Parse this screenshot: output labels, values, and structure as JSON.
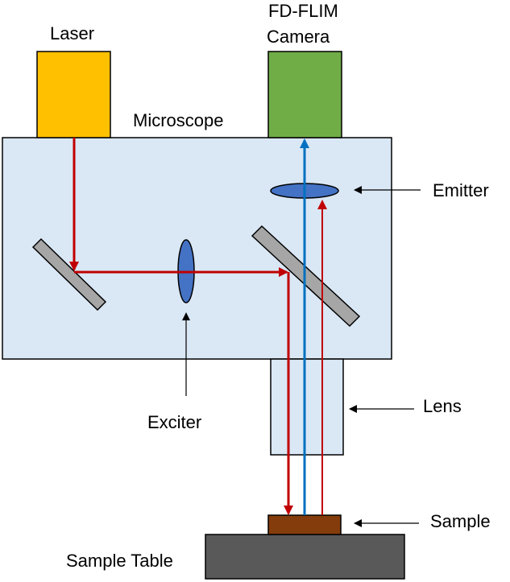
{
  "labels": {
    "laser": "Laser",
    "camera_line1": "FD-FLIM",
    "camera_line2": "Camera",
    "microscope": "Microscope",
    "emitter": "Emitter",
    "exciter": "Exciter",
    "lens": "Lens",
    "sample": "Sample",
    "sample_table": "Sample Table"
  },
  "colors": {
    "laser": "#FFC000",
    "camera": "#70AD47",
    "microscope": "#DAE7F5",
    "outline": "#000000",
    "mirror": "#A6A6A6",
    "optic": "#4472C4",
    "red_beam": "#C00000",
    "blue_beam": "#0070C0",
    "sample": "#843C0C",
    "sample_table": "#595959"
  }
}
